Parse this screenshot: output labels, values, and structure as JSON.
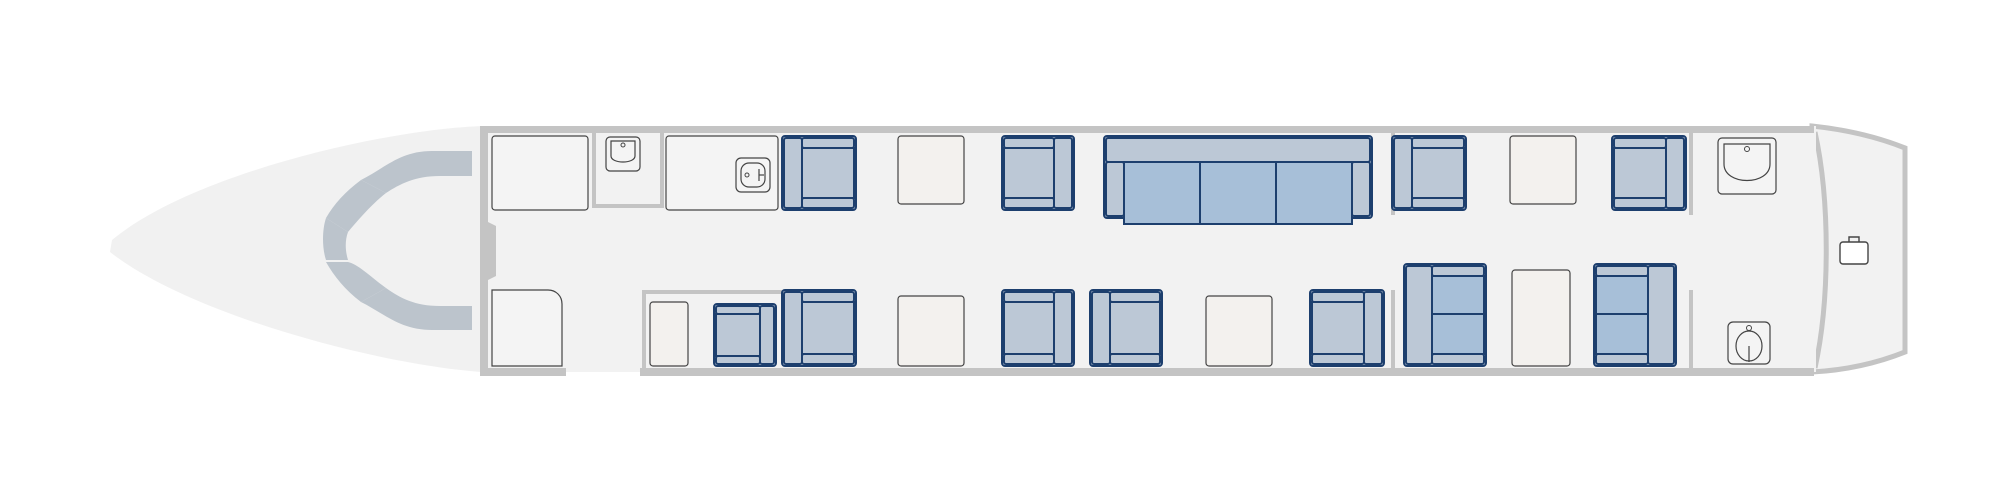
{
  "colors": {
    "background": "#ffffff",
    "nose_fill": "#f1f1f1",
    "cabin_fill": "#f2f2f2",
    "wall": "#c4c4c4",
    "cockpit_seat": "#bcc4cc",
    "seat_frame": "#bcc8d6",
    "seat_cushion": "#a7bfd8",
    "seat_outline": "#1d3f6e",
    "table_fill": "#f3f1ee",
    "fixture_fill": "#f4f4f4",
    "fixture_outline": "#444444"
  },
  "icons": {
    "sink": "sink-icon",
    "toilet": "toilet-icon",
    "luggage": "luggage-icon"
  },
  "cabin": {
    "seat_count": 14,
    "divan_count": 1,
    "table_count": 6,
    "lavatory_count": 2,
    "galley_count": 1
  }
}
